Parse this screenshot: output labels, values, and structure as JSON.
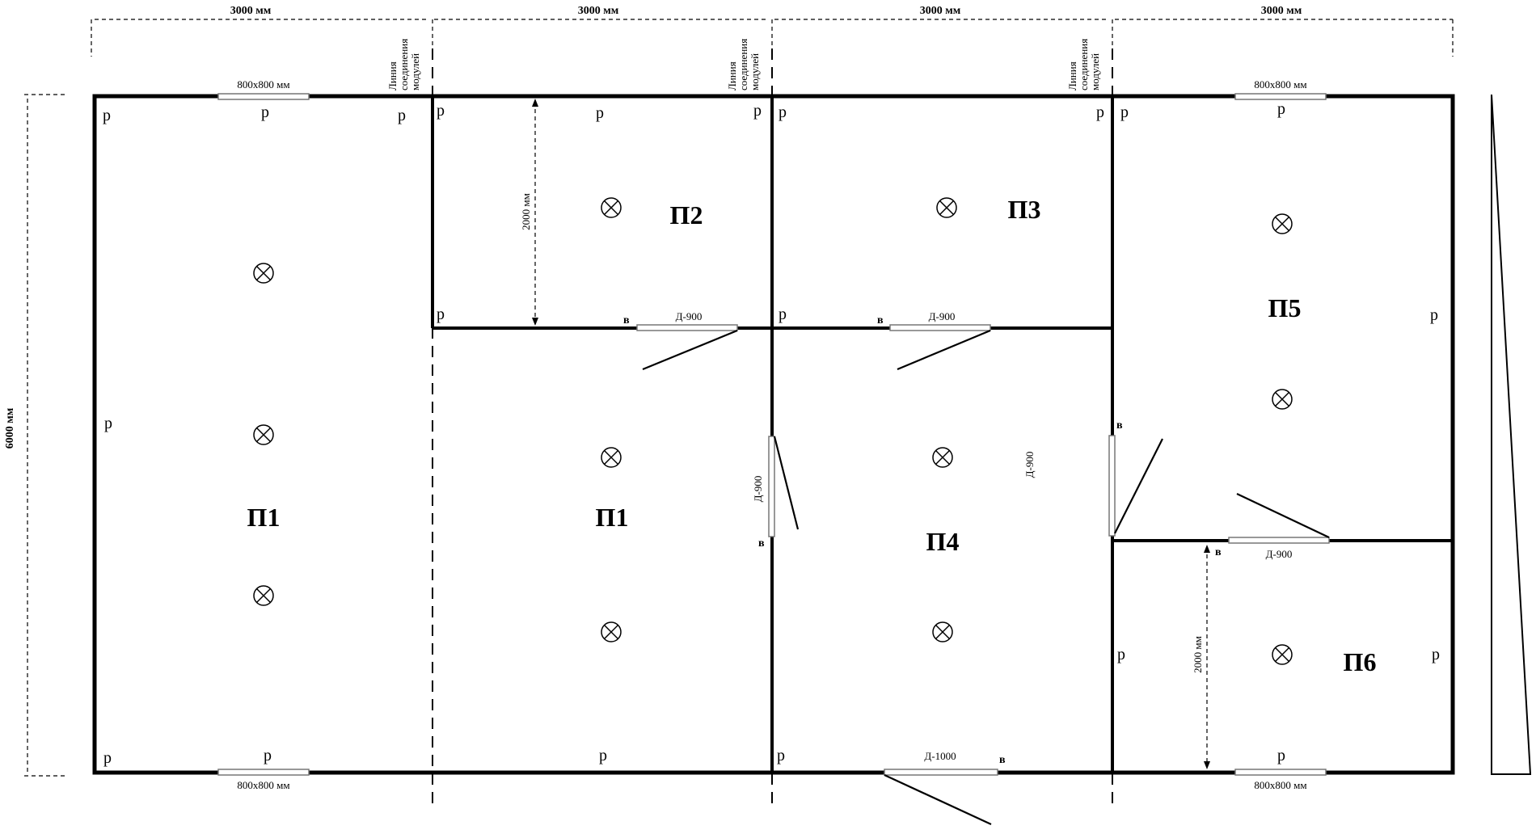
{
  "dimensions": {
    "module_width": "3000 мм",
    "total_height": "6000 мм",
    "inner_height": "2000 мм"
  },
  "module_joint_label": [
    "Линия",
    "соединения",
    "модулей"
  ],
  "windows": {
    "size_label": "800х800 мм"
  },
  "doors": {
    "d900": "Д-900",
    "d1000": "Д-1000"
  },
  "socket_label": "р",
  "switch_label": "в",
  "rooms": {
    "p1": "П1",
    "p2": "П2",
    "p3": "П3",
    "p4": "П4",
    "p5": "П5",
    "p6": "П6"
  },
  "lamp_icon": "ceiling-light-icon"
}
